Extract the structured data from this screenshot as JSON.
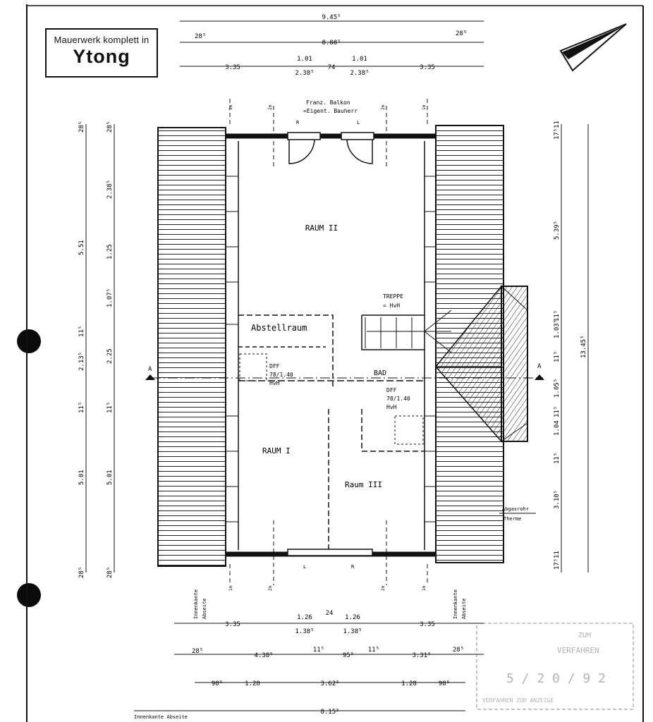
{
  "title_box": {
    "line1": "Mauerwerk komplett in",
    "line2": "Ytong"
  },
  "rooms": {
    "raum2": "RAUM II",
    "abstellraum": "Abstellraum",
    "treppe_line1": "TREPPE",
    "treppe_line2": "= HvH",
    "bad": "BAD",
    "raum1": "RAUM I",
    "raum3": "Raum III",
    "dff_left": [
      "DFF",
      "78/1.40",
      "HvH"
    ],
    "dff_right": [
      "DFF",
      "78/1.40",
      "HvH"
    ]
  },
  "balkon_note": [
    "Franz. Balkon",
    "=Eigent. Bauherr"
  ],
  "section_marks": {
    "left": "A",
    "right": "A"
  },
  "wall_marks": {
    "m1": "1m",
    "m2": "2m"
  },
  "abgasrohr": [
    "Abgasrohr",
    "Therme"
  ],
  "innenkante": [
    "Innenkante",
    "Abseite"
  ],
  "innenkante_bottom": "Innenkante Abseite",
  "door_marks": {
    "left": "L",
    "right": "R"
  },
  "dims": {
    "top_total": "9.45⁵",
    "top_second": "8.88⁵",
    "top_edge_left": "28⁵",
    "top_edge_right": "28⁵",
    "top_row3": [
      "3.35",
      "1.01",
      "2.38⁵",
      "74",
      "1.01",
      "2.38⁵",
      "3.35"
    ],
    "left_outer": [
      "28⁵",
      "5.51",
      "11⁵",
      "2.13⁵",
      "11⁵",
      "5.01",
      "28⁵"
    ],
    "left_inner": [
      "28⁵",
      "2.38⁵",
      "1.25",
      "1.07⁵",
      "2.25",
      "11⁵",
      "5.01",
      "28⁵"
    ],
    "right_inner": [
      "11",
      "17⁵",
      "5.39⁵",
      "11⁵",
      "1.03⁵",
      "11⁵",
      "1.05⁵",
      "11⁵",
      "1.04",
      "11⁵",
      "3.10⁵",
      "17⁵",
      "11"
    ],
    "right_total": "13.45⁵",
    "bottom_row1": [
      "3.35",
      "1.26",
      "1.38⁵",
      "24",
      "1.26",
      "1.38⁵",
      "3.35"
    ],
    "bottom_row2": [
      "28⁵",
      "4.38⁵",
      "11⁵",
      "95⁵",
      "11⁵",
      "3.31⁵",
      "28⁵"
    ],
    "bottom_row3": [
      "98⁵",
      "1.28",
      "3.62⁵",
      "1.28",
      "98⁵"
    ],
    "bottom_total": "8.15⁵"
  },
  "stamp": {
    "line1": "ZUM",
    "line2": "VERFAHREN",
    "line3": "5 / 2 0 / 9 2",
    "line4": "VERFAHREN ZUR ANZEIGE"
  }
}
